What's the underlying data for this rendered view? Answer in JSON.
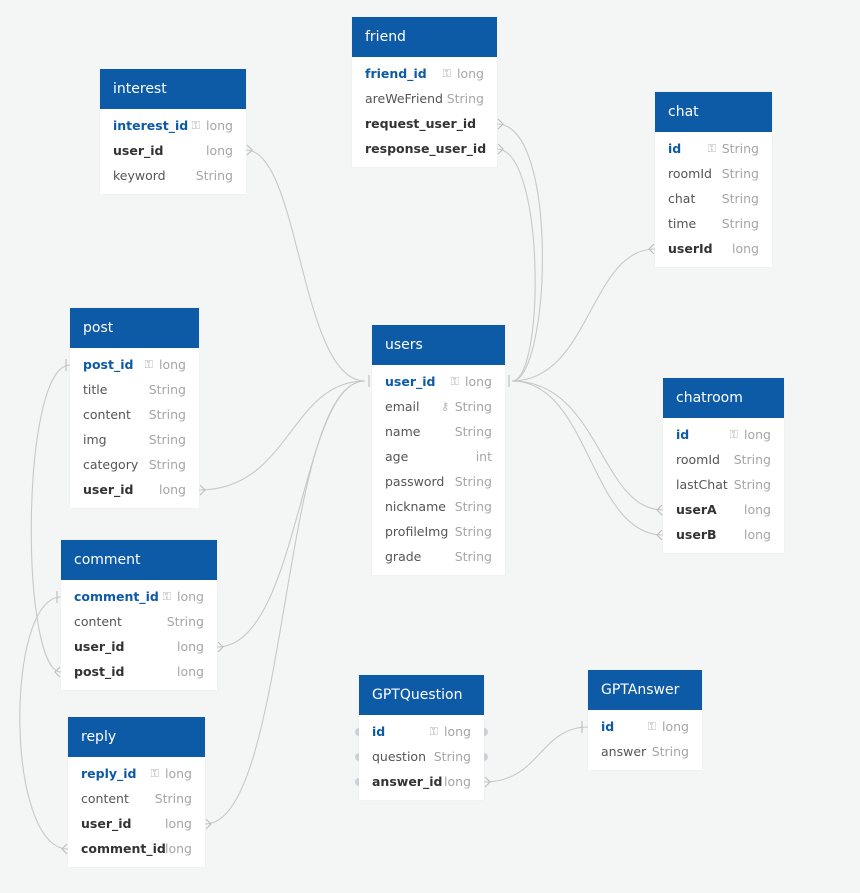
{
  "tables": [
    {
      "id": "friend",
      "name": "friend",
      "cols": [
        {
          "name": "friend_id",
          "type": "long",
          "key": "pk"
        },
        {
          "name": "areWeFriend",
          "type": "String"
        },
        {
          "name": "request_user_id",
          "type": "",
          "key": "fk"
        },
        {
          "name": "response_user_id",
          "type": "",
          "key": "fk"
        }
      ]
    },
    {
      "id": "interest",
      "name": "interest",
      "cols": [
        {
          "name": "interest_id",
          "type": "long",
          "key": "pk"
        },
        {
          "name": "user_id",
          "type": "long",
          "key": "fk"
        },
        {
          "name": "keyword",
          "type": "String"
        }
      ]
    },
    {
      "id": "chat",
      "name": "chat",
      "cols": [
        {
          "name": "id",
          "type": "String",
          "key": "pk"
        },
        {
          "name": "roomId",
          "type": "String"
        },
        {
          "name": "chat",
          "type": "String"
        },
        {
          "name": "time",
          "type": "String"
        },
        {
          "name": "userId",
          "type": "long",
          "key": "fk"
        }
      ]
    },
    {
      "id": "post",
      "name": "post",
      "cols": [
        {
          "name": "post_id",
          "type": "long",
          "key": "pk"
        },
        {
          "name": "title",
          "type": "String"
        },
        {
          "name": "content",
          "type": "String"
        },
        {
          "name": "img",
          "type": "String"
        },
        {
          "name": "category",
          "type": "String"
        },
        {
          "name": "user_id",
          "type": "long",
          "key": "fk"
        }
      ]
    },
    {
      "id": "users",
      "name": "users",
      "cols": [
        {
          "name": "user_id",
          "type": "long",
          "key": "pk"
        },
        {
          "name": "email",
          "type": "String",
          "key": "uq"
        },
        {
          "name": "name",
          "type": "String"
        },
        {
          "name": "age",
          "type": "int"
        },
        {
          "name": "password",
          "type": "String"
        },
        {
          "name": "nickname",
          "type": "String"
        },
        {
          "name": "profileImg",
          "type": "String"
        },
        {
          "name": "grade",
          "type": "String"
        }
      ]
    },
    {
      "id": "chatroom",
      "name": "chatroom",
      "cols": [
        {
          "name": "id",
          "type": "long",
          "key": "pk"
        },
        {
          "name": "roomId",
          "type": "String"
        },
        {
          "name": "lastChat",
          "type": "String"
        },
        {
          "name": "userA",
          "type": "long",
          "key": "fk"
        },
        {
          "name": "userB",
          "type": "long",
          "key": "fk"
        }
      ]
    },
    {
      "id": "comment",
      "name": "comment",
      "cols": [
        {
          "name": "comment_id",
          "type": "long",
          "key": "pk"
        },
        {
          "name": "content",
          "type": "String"
        },
        {
          "name": "user_id",
          "type": "long",
          "key": "fk"
        },
        {
          "name": "post_id",
          "type": "long",
          "key": "fk"
        }
      ]
    },
    {
      "id": "reply",
      "name": "reply",
      "cols": [
        {
          "name": "reply_id",
          "type": "long",
          "key": "pk"
        },
        {
          "name": "content",
          "type": "String"
        },
        {
          "name": "user_id",
          "type": "long",
          "key": "fk"
        },
        {
          "name": "comment_id",
          "type": "long",
          "key": "fk"
        }
      ]
    },
    {
      "id": "gptquestion",
      "name": "GPTQuestion",
      "cols": [
        {
          "name": "id",
          "type": "long",
          "key": "pk"
        },
        {
          "name": "question",
          "type": "String"
        },
        {
          "name": "answer_id",
          "type": "long",
          "key": "fk"
        }
      ]
    },
    {
      "id": "gptanswer",
      "name": "GPTAnswer",
      "cols": [
        {
          "name": "id",
          "type": "long",
          "key": "pk"
        },
        {
          "name": "answer",
          "type": "String"
        }
      ]
    }
  ],
  "relations": [
    {
      "from": "interest.user_id",
      "to": "users.user_id"
    },
    {
      "from": "friend.request_user_id",
      "to": "users.user_id"
    },
    {
      "from": "friend.response_user_id",
      "to": "users.user_id"
    },
    {
      "from": "chat.userId",
      "to": "users.user_id"
    },
    {
      "from": "chatroom.userA",
      "to": "users.user_id"
    },
    {
      "from": "chatroom.userB",
      "to": "users.user_id"
    },
    {
      "from": "post.user_id",
      "to": "users.user_id"
    },
    {
      "from": "comment.user_id",
      "to": "users.user_id"
    },
    {
      "from": "reply.user_id",
      "to": "users.user_id"
    },
    {
      "from": "comment.post_id",
      "to": "post.post_id"
    },
    {
      "from": "reply.comment_id",
      "to": "comment.comment_id"
    },
    {
      "from": "gptquestion.answer_id",
      "to": "gptanswer.id"
    }
  ],
  "colors": {
    "header": "#0d5aa7",
    "link": "#c8c8c8"
  }
}
